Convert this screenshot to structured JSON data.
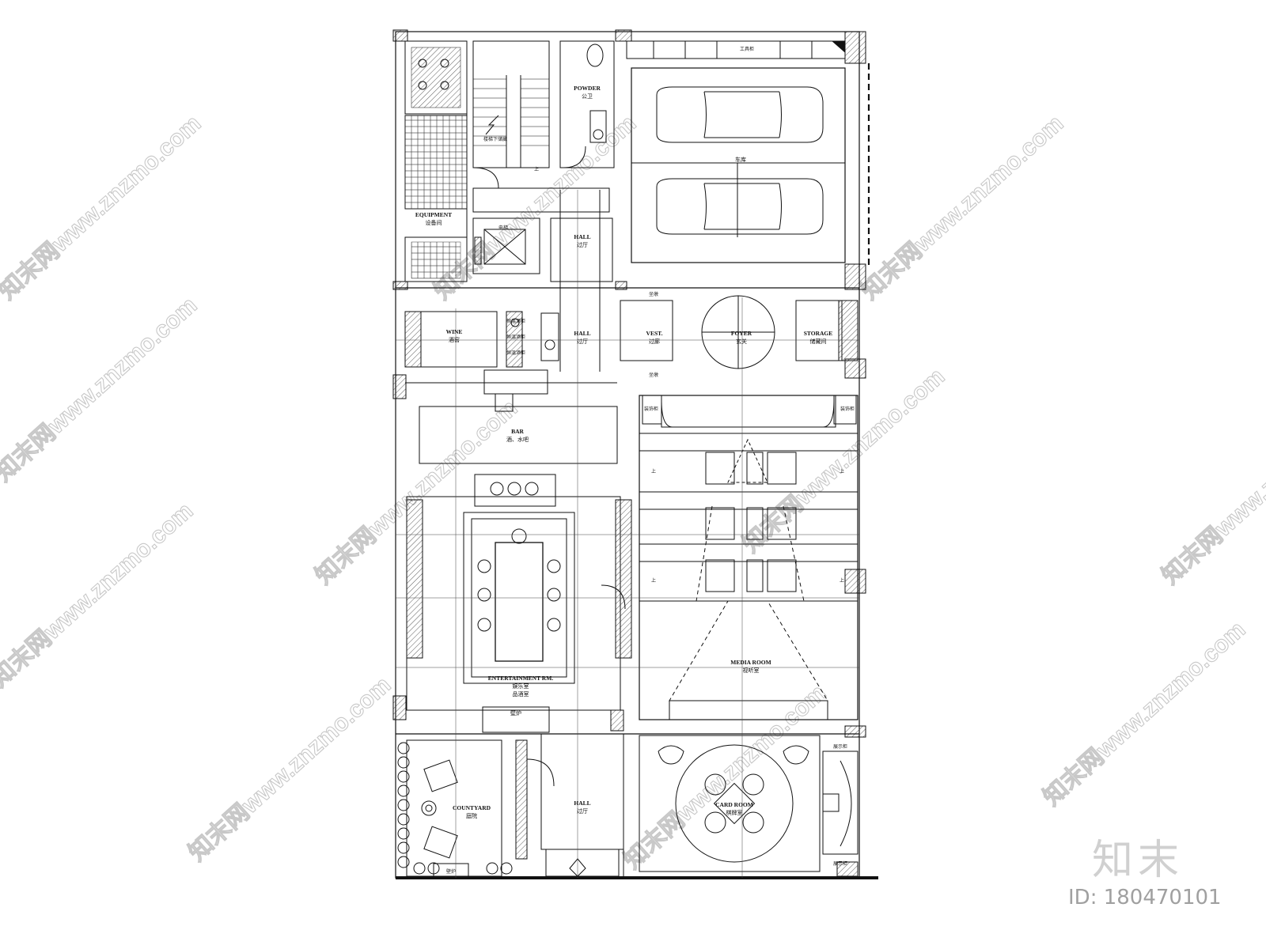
{
  "rooms": {
    "equipment": {
      "en": "EQUIPMENT",
      "zh": "设备间"
    },
    "stair_storage": {
      "zh": "楼梯下储藏"
    },
    "powder": {
      "en": "POWDER",
      "zh": "公卫"
    },
    "garage_tools": {
      "zh": "工具柜"
    },
    "garage": {
      "zh": "车库"
    },
    "elevator": {
      "zh": "电梯"
    },
    "hall_upper": {
      "en": "HALL",
      "zh": "过厅"
    },
    "wine": {
      "en": "WINE",
      "zh": "酒窖"
    },
    "hall_mid": {
      "en": "HALL",
      "zh": "过厅"
    },
    "vestibule": {
      "en": "VEST.",
      "zh": "过廊"
    },
    "foyer": {
      "en": "FOYER",
      "zh": "玄关"
    },
    "storage": {
      "en": "STORAGE",
      "zh": "储藏间"
    },
    "bar": {
      "en": "BAR",
      "zh": "酒、水吧"
    },
    "entertainment": {
      "en": "ENTERTAINMENT RM.",
      "zh": "娱乐室",
      "zh2": "品酒室",
      "fireplace": "壁炉"
    },
    "media": {
      "en": "MEDIA ROOM",
      "zh": "视听室"
    },
    "courtyard": {
      "en": "COUNTYARD",
      "zh": "庭院",
      "fireplace": "壁炉"
    },
    "hall_lower": {
      "en": "HALL",
      "zh": "过厅"
    },
    "card": {
      "en": "CARD ROOM",
      "zh": "棋牌室"
    }
  },
  "small_labels": {
    "up": "上",
    "bench": "坐墩",
    "wine_cab": "恒温酒柜",
    "cabinet": "装饰柜",
    "display": "展示柜"
  },
  "watermark": {
    "text": "知末网www.znzmo.com"
  },
  "brand": {
    "name": "知末",
    "id": "ID: 180470101"
  }
}
